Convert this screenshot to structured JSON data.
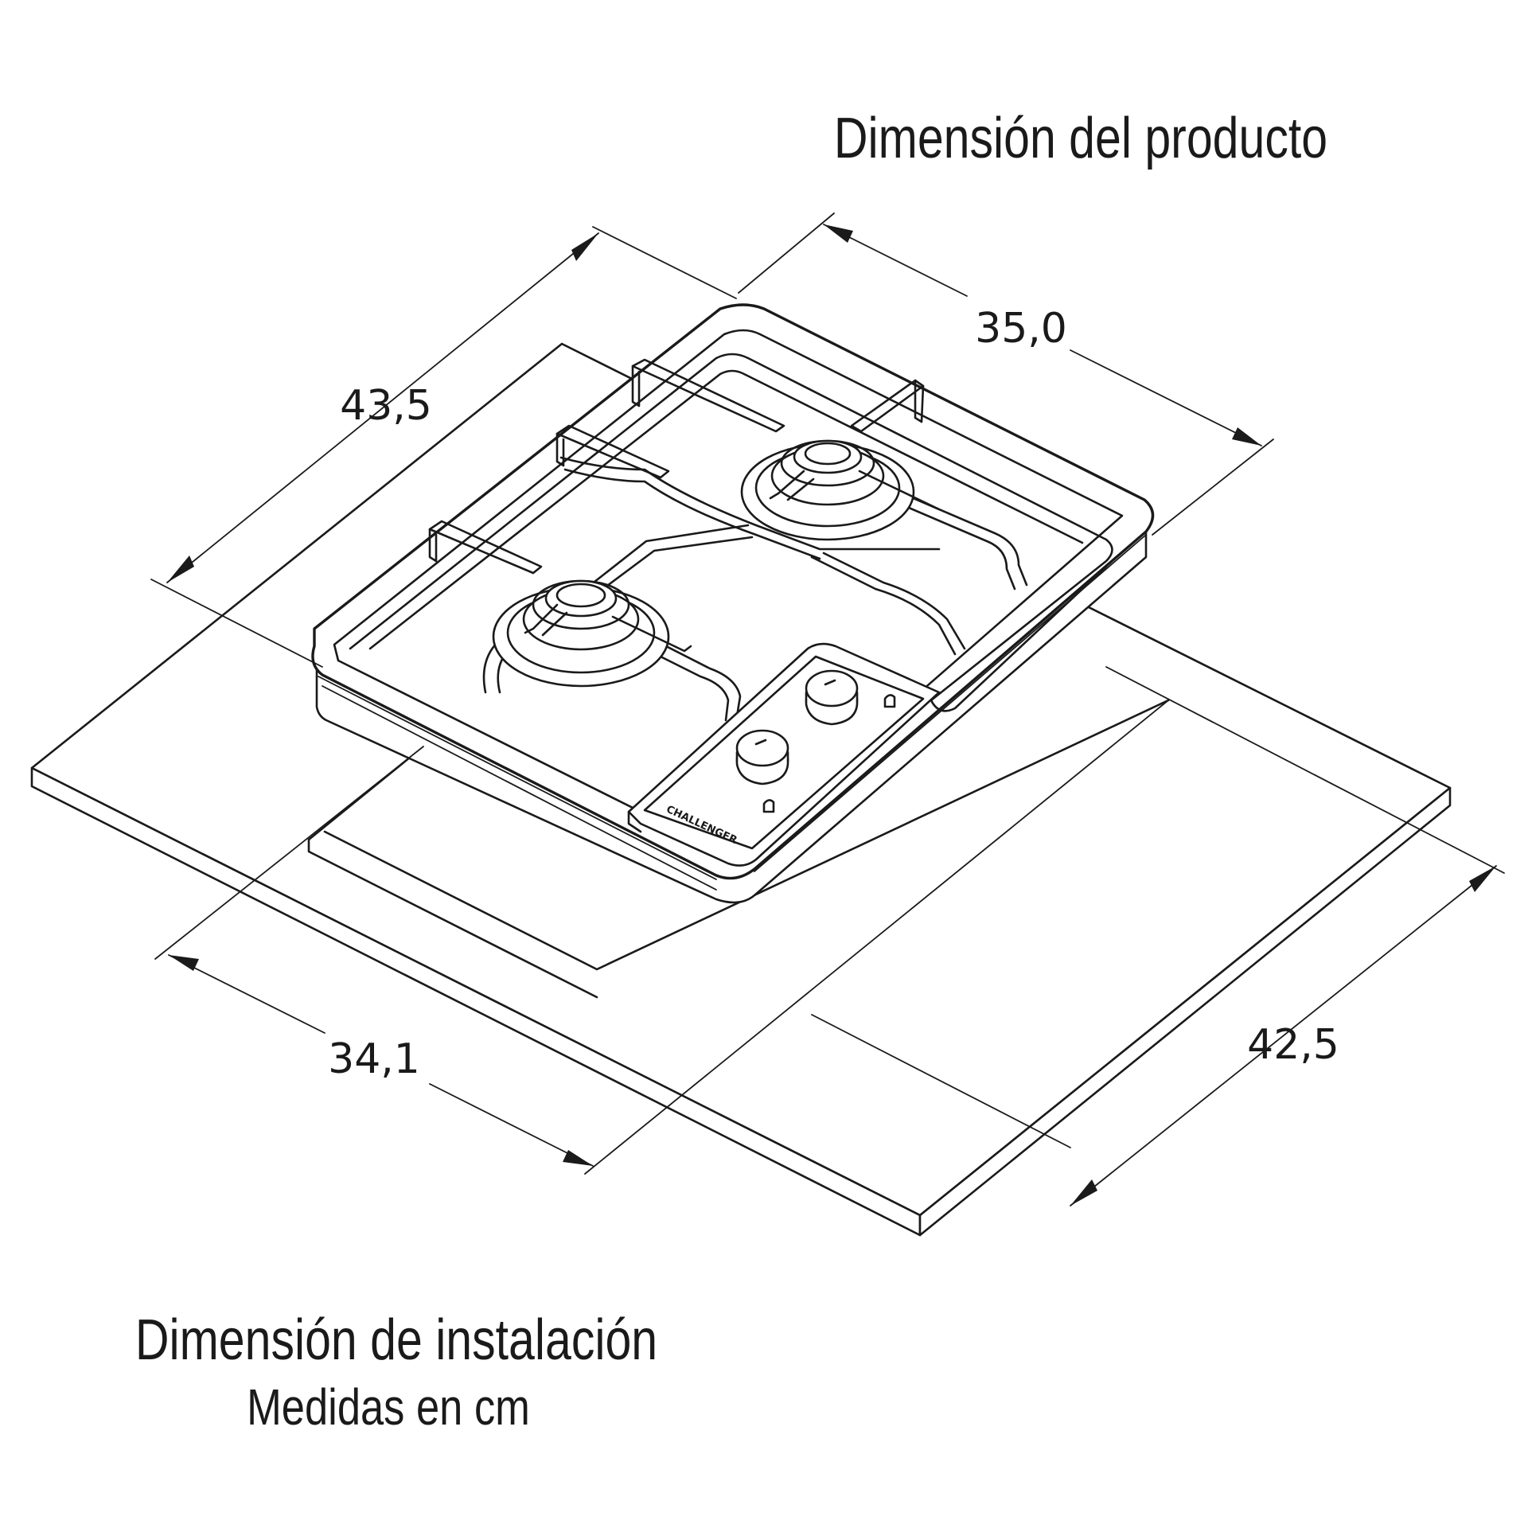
{
  "titles": {
    "product": "Dimensión del producto",
    "installation": "Dimensión de instalación",
    "units": "Medidas en cm"
  },
  "dimensions": {
    "product_depth": "43,5",
    "product_width": "35,0",
    "install_width": "34,1",
    "install_depth": "42,5"
  },
  "brand": "CHALLENGER",
  "icons": {
    "knob_symbol": "flame-icon"
  }
}
